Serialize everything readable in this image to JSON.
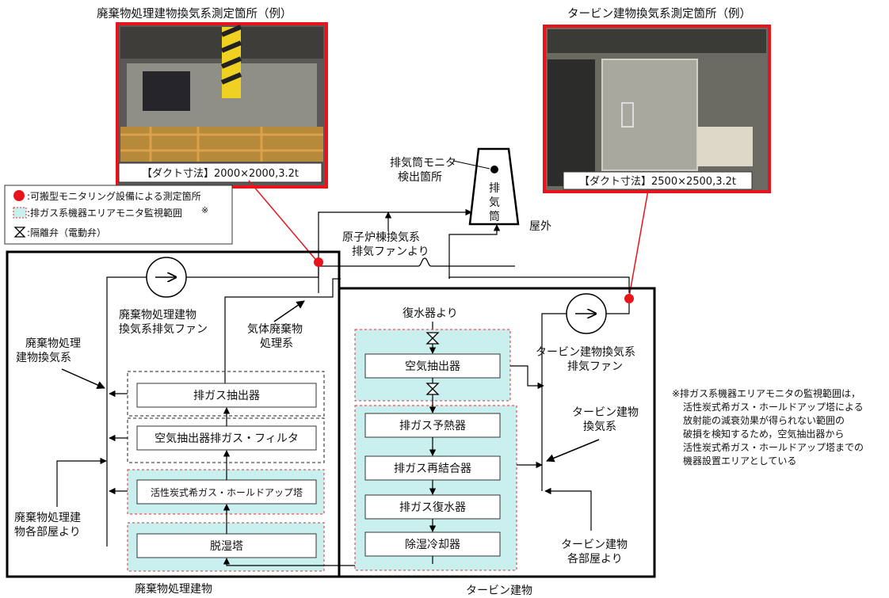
{
  "photos": {
    "left_title": "廃棄物処理建物換気系測定箇所（例）",
    "left_caption": "【ダクト寸法】2000×2000,3.2t",
    "right_title": "タービン建物換気系測定箇所（例）",
    "right_caption": "【ダクト寸法】2500×2500,3.2t"
  },
  "legend": {
    "measure_point": ":可搬型モニタリング設備による測定箇所",
    "monitor_range": ":排ガス系機器エリアモニタ監視範囲",
    "monitor_mark": "※",
    "valve": ":隔離弁（電動弁）"
  },
  "stack": {
    "monitor_line1": "排気筒モニタ",
    "monitor_line2": "検出箇所",
    "c1": "排",
    "c2": "気",
    "c3": "筒",
    "outdoor": "屋外",
    "reactor_line1": "原子炉棟換気系",
    "reactor_line2": "排気ファンより"
  },
  "waste": {
    "fan_line1": "廃棄物処理建物",
    "fan_line2": "換気系排気ファン",
    "gas_line1": "気体廃棄物",
    "gas_line2": "処理系",
    "hvac_line1": "廃棄物処理",
    "hvac_line2": "建物換気系",
    "offgas_extractor": "排ガス抽出器",
    "filter": "空気抽出器排ガス・フィルタ",
    "charcoal": "活性炭式希ガス・ホールドアップ塔",
    "dehumid": "脱湿塔",
    "rooms_line1": "廃棄物処理建",
    "rooms_line2": "物各部屋より",
    "building": "廃棄物処理建物"
  },
  "turbine": {
    "from_condenser": "復水器より",
    "fan_line1": "タービン建物換気系",
    "fan_line2": "排気ファン",
    "air_ejector": "空気抽出器",
    "hvac_line1": "タービン建物",
    "hvac_line2": "換気系",
    "preheater": "排ガス予熱器",
    "recombiner": "排ガス再結合器",
    "condenser": "排ガス復水器",
    "cooler": "除湿冷却器",
    "rooms_line1": "タービン建物",
    "rooms_line2": "各部屋より",
    "building": "タービン建物"
  },
  "note": {
    "l1": "※排ガス系機器エリアモニタの監視範囲は，",
    "l2": "活性炭式希ガス・ホールドアップ塔による",
    "l3": "放射能の減衰効果が得られない範囲の",
    "l4": "破損を検知するため，空気抽出器から",
    "l5": "活性炭式希ガス・ホールドアップ塔までの",
    "l6": "機器設置エリアとしている"
  },
  "colors": {
    "red": "#e8141b",
    "cyan_fill": "#c9f0ef",
    "dashed_red": "#e03030",
    "line": "#000000"
  }
}
